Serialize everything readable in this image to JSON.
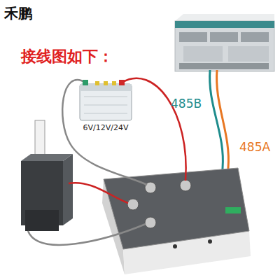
{
  "diagram": {
    "title": "接线图如下：",
    "nodes": [
      {
        "text": [
          "6V/12V/24V"
        ]
      }
    ],
    "labels": [
      "禾鹏",
      "485B",
      "485A"
    ]
  }
}
